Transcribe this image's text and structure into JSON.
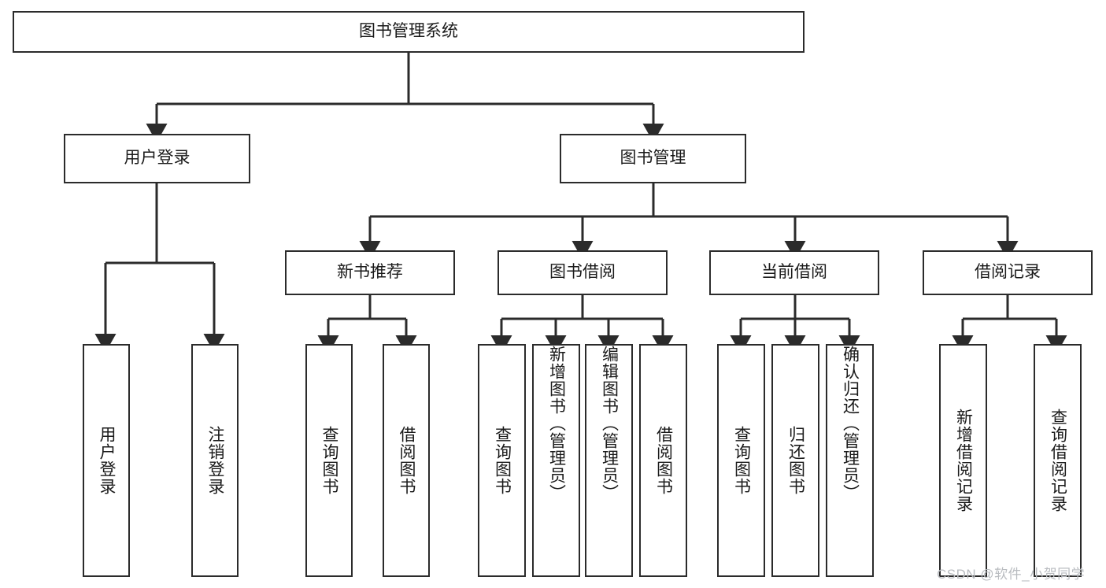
{
  "diagram": {
    "type": "tree-hierarchy",
    "title": "图书管理系统",
    "watermark": "CSDN @软件_小贺同学",
    "stroke_color": "#2b2b2b",
    "fill_color": "#ffffff",
    "text_color": "#1a1a1a",
    "watermark_color": "#b9bcc0",
    "levels": 4,
    "nodes": {
      "root": {
        "label": "图书管理系统"
      },
      "level2": [
        {
          "label": "用户登录"
        },
        {
          "label": "图书管理"
        }
      ],
      "level3": [
        {
          "label": "新书推荐"
        },
        {
          "label": "图书借阅"
        },
        {
          "label": "当前借阅"
        },
        {
          "label": "借阅记录"
        }
      ],
      "leaves_user_login": [
        {
          "label": "用户登录"
        },
        {
          "label": "注销登录"
        }
      ],
      "leaves_new_book": [
        {
          "label": "查询图书"
        },
        {
          "label": "借阅图书"
        }
      ],
      "leaves_borrow": [
        {
          "label": "查询图书"
        },
        {
          "label": "新增图书（管理员）"
        },
        {
          "label": "编辑图书（管理员）"
        },
        {
          "label": "借阅图书"
        }
      ],
      "leaves_current": [
        {
          "label": "查询图书"
        },
        {
          "label": "归还图书"
        },
        {
          "label": "确认归还（管理员）"
        }
      ],
      "leaves_records": [
        {
          "label": "新增借阅记录"
        },
        {
          "label": "查询借阅记录"
        }
      ]
    },
    "edges": [
      {
        "from": "图书管理系统",
        "to": "用户登录"
      },
      {
        "from": "图书管理系统",
        "to": "图书管理"
      },
      {
        "from": "用户登录",
        "to": "用户登录"
      },
      {
        "from": "用户登录",
        "to": "注销登录"
      },
      {
        "from": "图书管理",
        "to": "新书推荐"
      },
      {
        "from": "图书管理",
        "to": "图书借阅"
      },
      {
        "from": "图书管理",
        "to": "当前借阅"
      },
      {
        "from": "图书管理",
        "to": "借阅记录"
      },
      {
        "from": "新书推荐",
        "to": "查询图书"
      },
      {
        "from": "新书推荐",
        "to": "借阅图书"
      },
      {
        "from": "图书借阅",
        "to": "查询图书"
      },
      {
        "from": "图书借阅",
        "to": "新增图书（管理员）"
      },
      {
        "from": "图书借阅",
        "to": "编辑图书（管理员）"
      },
      {
        "from": "图书借阅",
        "to": "借阅图书"
      },
      {
        "from": "当前借阅",
        "to": "查询图书"
      },
      {
        "from": "当前借阅",
        "to": "归还图书"
      },
      {
        "from": "当前借阅",
        "to": "确认归还（管理员）"
      },
      {
        "from": "借阅记录",
        "to": "新增借阅记录"
      },
      {
        "from": "借阅记录",
        "to": "查询借阅记录"
      }
    ]
  }
}
